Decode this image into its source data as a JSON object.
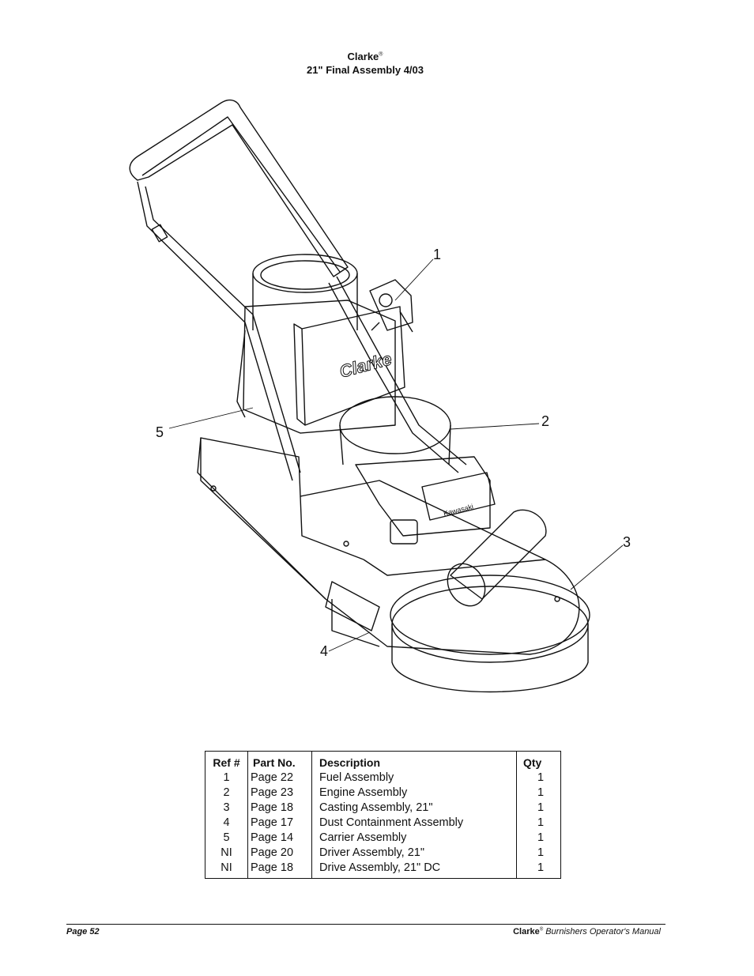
{
  "header": {
    "brand": "Clarke",
    "brand_mark": "®",
    "title": "21\" Final Assembly  4/03"
  },
  "drawing": {
    "label_text": "Clarke",
    "engine_label": "Kawasaki",
    "callouts": [
      "1",
      "2",
      "3",
      "4",
      "5"
    ]
  },
  "parts_table": {
    "headers": [
      "Ref #",
      "Part No.",
      "Description",
      "Qty"
    ],
    "rows": [
      {
        "ref": "1",
        "part": "Page 22",
        "description": "Fuel Assembly",
        "qty": "1"
      },
      {
        "ref": "2",
        "part": "Page 23",
        "description": "Engine Assembly",
        "qty": "1"
      },
      {
        "ref": "3",
        "part": "Page 18",
        "description": "Casting Assembly, 21\"",
        "qty": "1"
      },
      {
        "ref": "4",
        "part": "Page 17",
        "description": "Dust Containment Assembly",
        "qty": "1"
      },
      {
        "ref": "5",
        "part": "Page 14",
        "description": "Carrier Assembly",
        "qty": "1"
      },
      {
        "ref": "NI",
        "part": "Page 20",
        "description": "Driver Assembly, 21\"",
        "qty": "1"
      },
      {
        "ref": "NI",
        "part": "Page 18",
        "description": "Drive Assembly, 21\" DC",
        "qty": "1"
      }
    ]
  },
  "footer": {
    "page_label": "Page  52",
    "manual_brand": "Clarke",
    "manual_mark": "®",
    "manual_title": " Burnishers Operator's  Manual"
  }
}
